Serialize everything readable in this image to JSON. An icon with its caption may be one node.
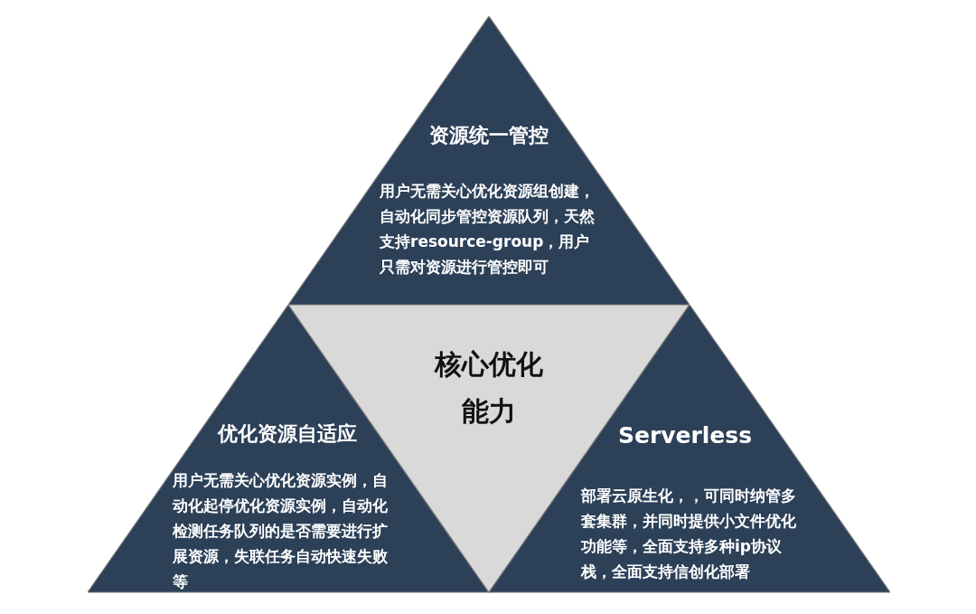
{
  "diagram": {
    "nodes": [
      {
        "text": [
          "资源统一管控",
          "用户无需关心优化资源组创建，自动化同步管控资源队列，天然支持resource-group，用户只需对资源进行管控即可"
        ]
      },
      {
        "text": [
          "优化资源自适应",
          "用户无需关心优化资源实例，自动化起停优化资源实例，自动化检测任务队列的是否需要进行扩展资源，失联任务自动快速失败等"
        ]
      },
      {
        "text": [
          "核心优化能力"
        ]
      },
      {
        "text": [
          "Serverless",
          "部署云原生化，，可同时纳管多套集群，并同时提供小文件优化功能等，全面支持多种ip协议栈，全面支持信创化部署"
        ]
      }
    ]
  }
}
